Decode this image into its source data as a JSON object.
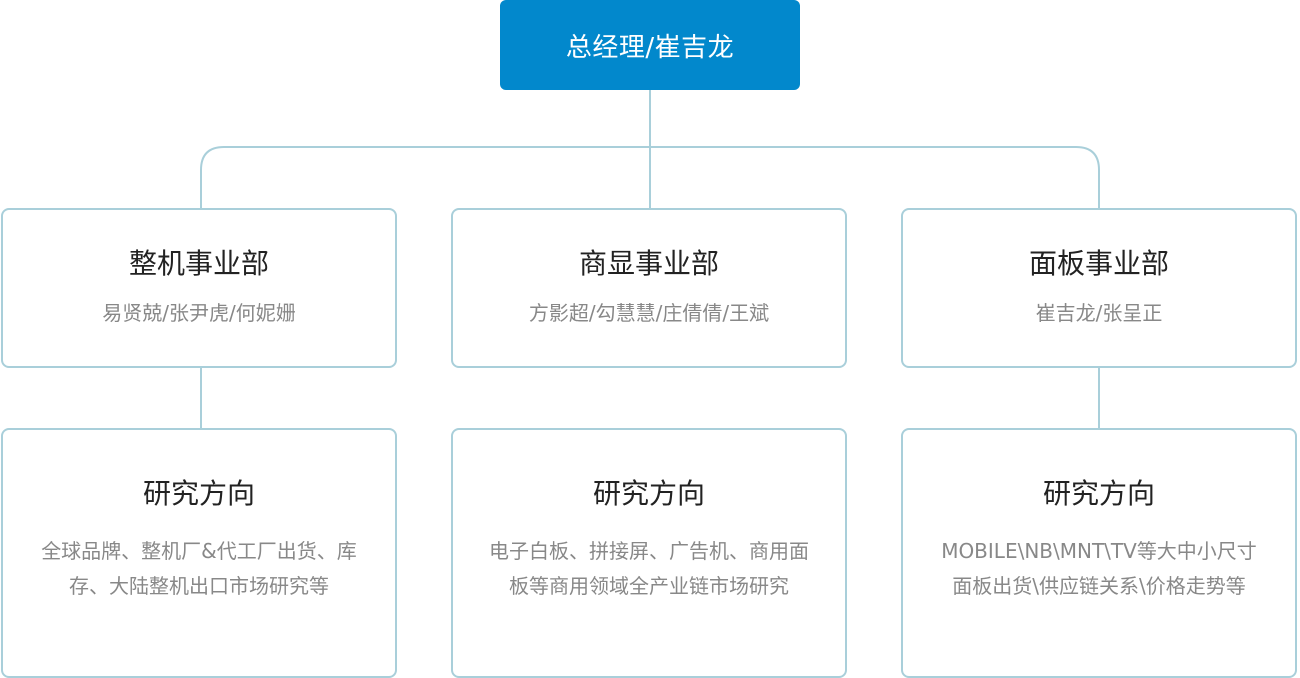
{
  "root": {
    "label": "总经理/崔吉龙"
  },
  "departments": [
    {
      "title": "整机事业部",
      "members": "易贤兢/张尹虎/何妮姗"
    },
    {
      "title": "商显事业部",
      "members": "方影超/勾慧慧/庄倩倩/王斌"
    },
    {
      "title": "面板事业部",
      "members": "崔吉龙/张呈正"
    }
  ],
  "research": [
    {
      "title": "研究方向",
      "description": "全球品牌、整机厂&代工厂出货、库存、大陆整机出口市场研究等"
    },
    {
      "title": "研究方向",
      "description": "电子白板、拼接屏、广告机、商用面板等商用领域全产业链市场研究"
    },
    {
      "title": "研究方向",
      "description": "MOBILE\\NB\\MNT\\TV等大中小尺寸面板出货\\供应链关系\\价格走势等"
    }
  ],
  "colors": {
    "root_fill": "#0288cc",
    "border": "#a9cfda",
    "connector": "#a9cfda",
    "title_text": "#222222",
    "secondary_text": "#888888"
  }
}
